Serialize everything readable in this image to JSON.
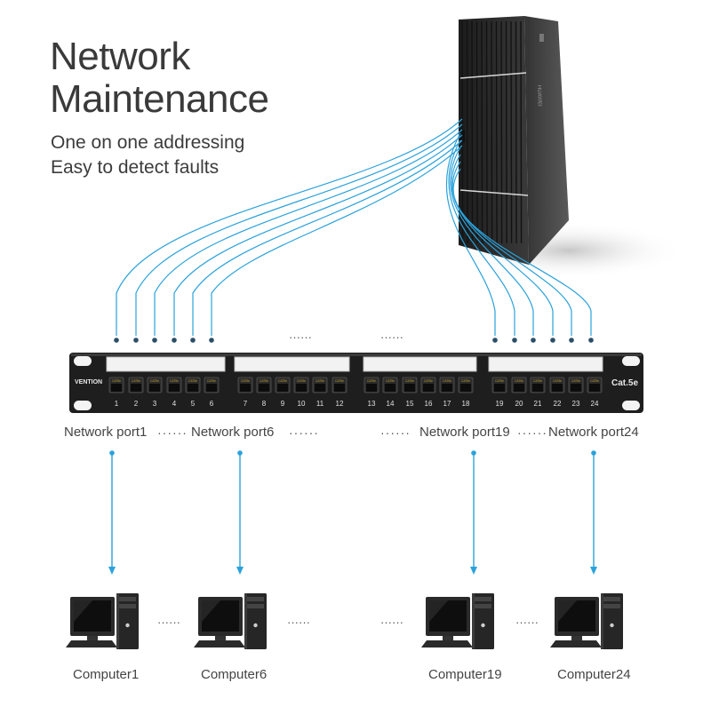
{
  "heading": {
    "line1": "Network",
    "line2": "Maintenance"
  },
  "subheading": {
    "line1": "One on one addressing",
    "line2": "Easy to detect faults"
  },
  "server": {
    "brand": "HUAWEI"
  },
  "panel": {
    "brand": "VENTION",
    "category": "Cat.5e",
    "port_numbers": [
      "1",
      "2",
      "3",
      "4",
      "5",
      "6",
      "7",
      "8",
      "9",
      "10",
      "11",
      "12",
      "13",
      "14",
      "15",
      "16",
      "17",
      "18",
      "19",
      "20",
      "21",
      "22",
      "23",
      "24"
    ],
    "port_jack_text": "CAT5e"
  },
  "ellipsis": "······",
  "port_labels": {
    "first": "Network port1",
    "second": "Network port6",
    "third": "Network port19",
    "fourth": "Network port24"
  },
  "computers": {
    "first": "Computer1",
    "second": "Computer6",
    "third": "Computer19",
    "fourth": "Computer24"
  },
  "colors": {
    "cable": "#2aa2db",
    "heading": "#3a3a3a",
    "panel": "#1e1e1e",
    "server": "#2b2b2b"
  }
}
